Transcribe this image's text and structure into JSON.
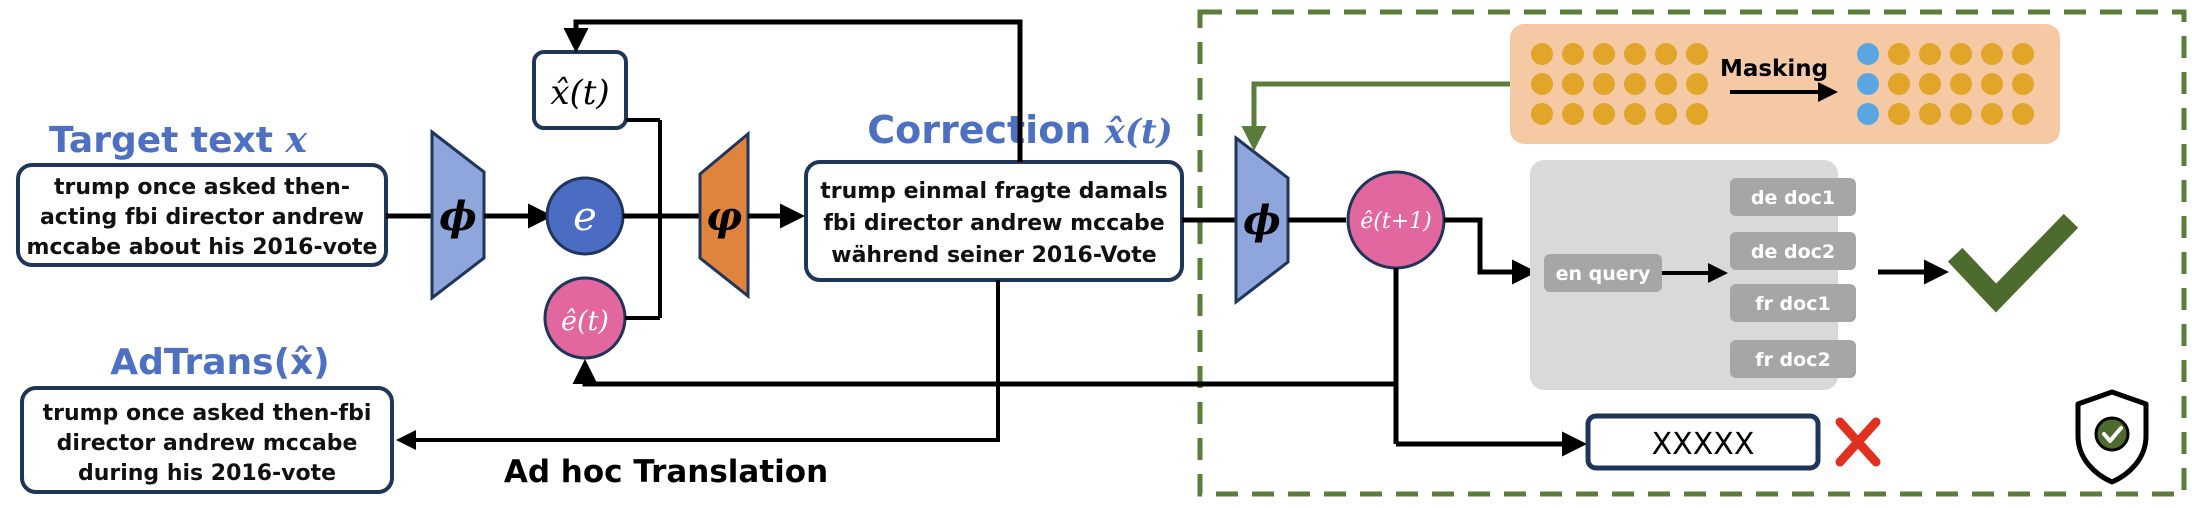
{
  "colors": {
    "blue_label": "#4d70c2",
    "phi_fill": "#8fa6dc",
    "varphi_fill": "#e0843d",
    "e_fill": "#4a6cc3",
    "ehat_fill": "#e2679f",
    "green_dash": "#5a7d3a",
    "mask_bg": "#f4c9a4",
    "token_yellow": "#e1a52a",
    "token_blue": "#5aa6e3",
    "retrieval_bg": "#d9d9d9",
    "doc_box": "#a6a6a6",
    "check_green": "#4d6b2c",
    "cross_red": "#e0301e"
  },
  "target": {
    "title": "Target text",
    "symbol": "x",
    "lines": [
      "trump once asked then-",
      "acting fbi director andrew",
      "mccabe about his 2016-vote"
    ]
  },
  "correction": {
    "title": "Correction",
    "symbol": "x̂(t)",
    "lines": [
      "trump einmal fragte damals",
      "fbi director andrew mccabe",
      "während seiner 2016-Vote"
    ]
  },
  "adtrans": {
    "title": "AdTrans(x̂)",
    "lines": [
      "trump once asked then-fbi",
      "director andrew mccabe",
      "during his 2016-vote"
    ]
  },
  "nodes": {
    "phi": "ϕ",
    "varphi": "φ",
    "e": "e",
    "ehat": "ê(t)",
    "xhat": "x̂(t)",
    "ehat_next": "ê(t+1)"
  },
  "ad_hoc_label": "Ad hoc Translation",
  "masking_label": "Masking",
  "retrieval": {
    "query": "en query",
    "docs": [
      "de doc1",
      "de doc2",
      "fr doc1",
      "fr doc2"
    ]
  },
  "blocked_output": "XXXXX"
}
